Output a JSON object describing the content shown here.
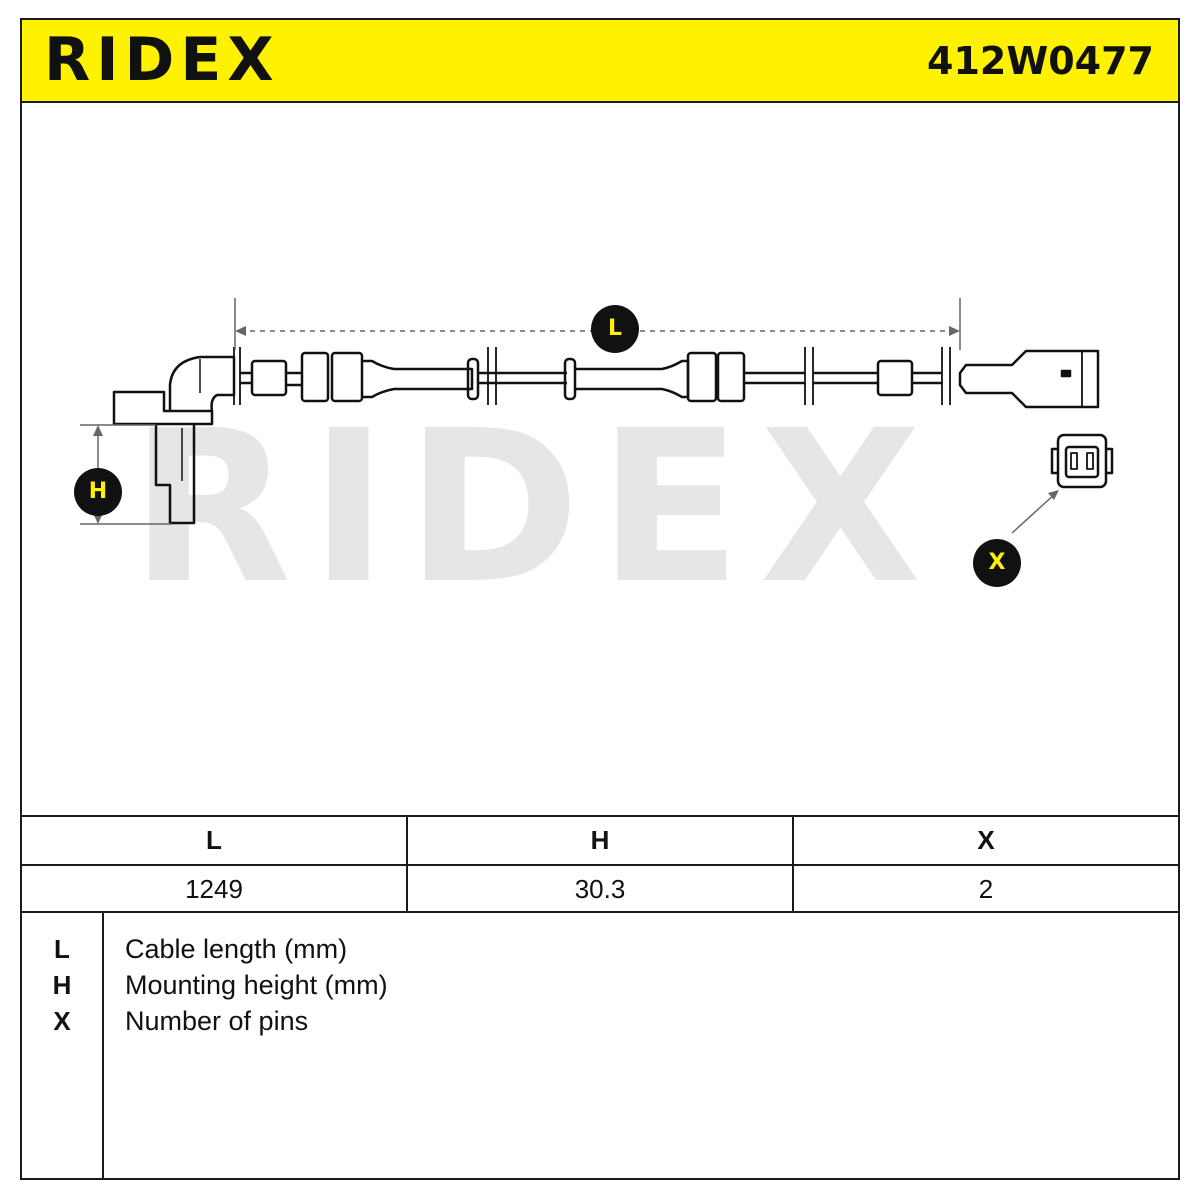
{
  "header": {
    "brand": "RIDEX",
    "part_number": "412W0477"
  },
  "drawing": {
    "watermark": "RIDEX",
    "callouts": {
      "l": "L",
      "h": "H",
      "x": "X"
    }
  },
  "specs": {
    "columns": [
      "L",
      "H",
      "X"
    ],
    "values": [
      "1249",
      "30.3",
      "2"
    ]
  },
  "legend": [
    {
      "key": "L",
      "label": "Cable length (mm)"
    },
    {
      "key": "H",
      "label": "Mounting height (mm)"
    },
    {
      "key": "X",
      "label": "Number of pins"
    }
  ],
  "colors": {
    "accent": "#fff200",
    "ink": "#111111",
    "watermark": "#e6e6e6"
  }
}
